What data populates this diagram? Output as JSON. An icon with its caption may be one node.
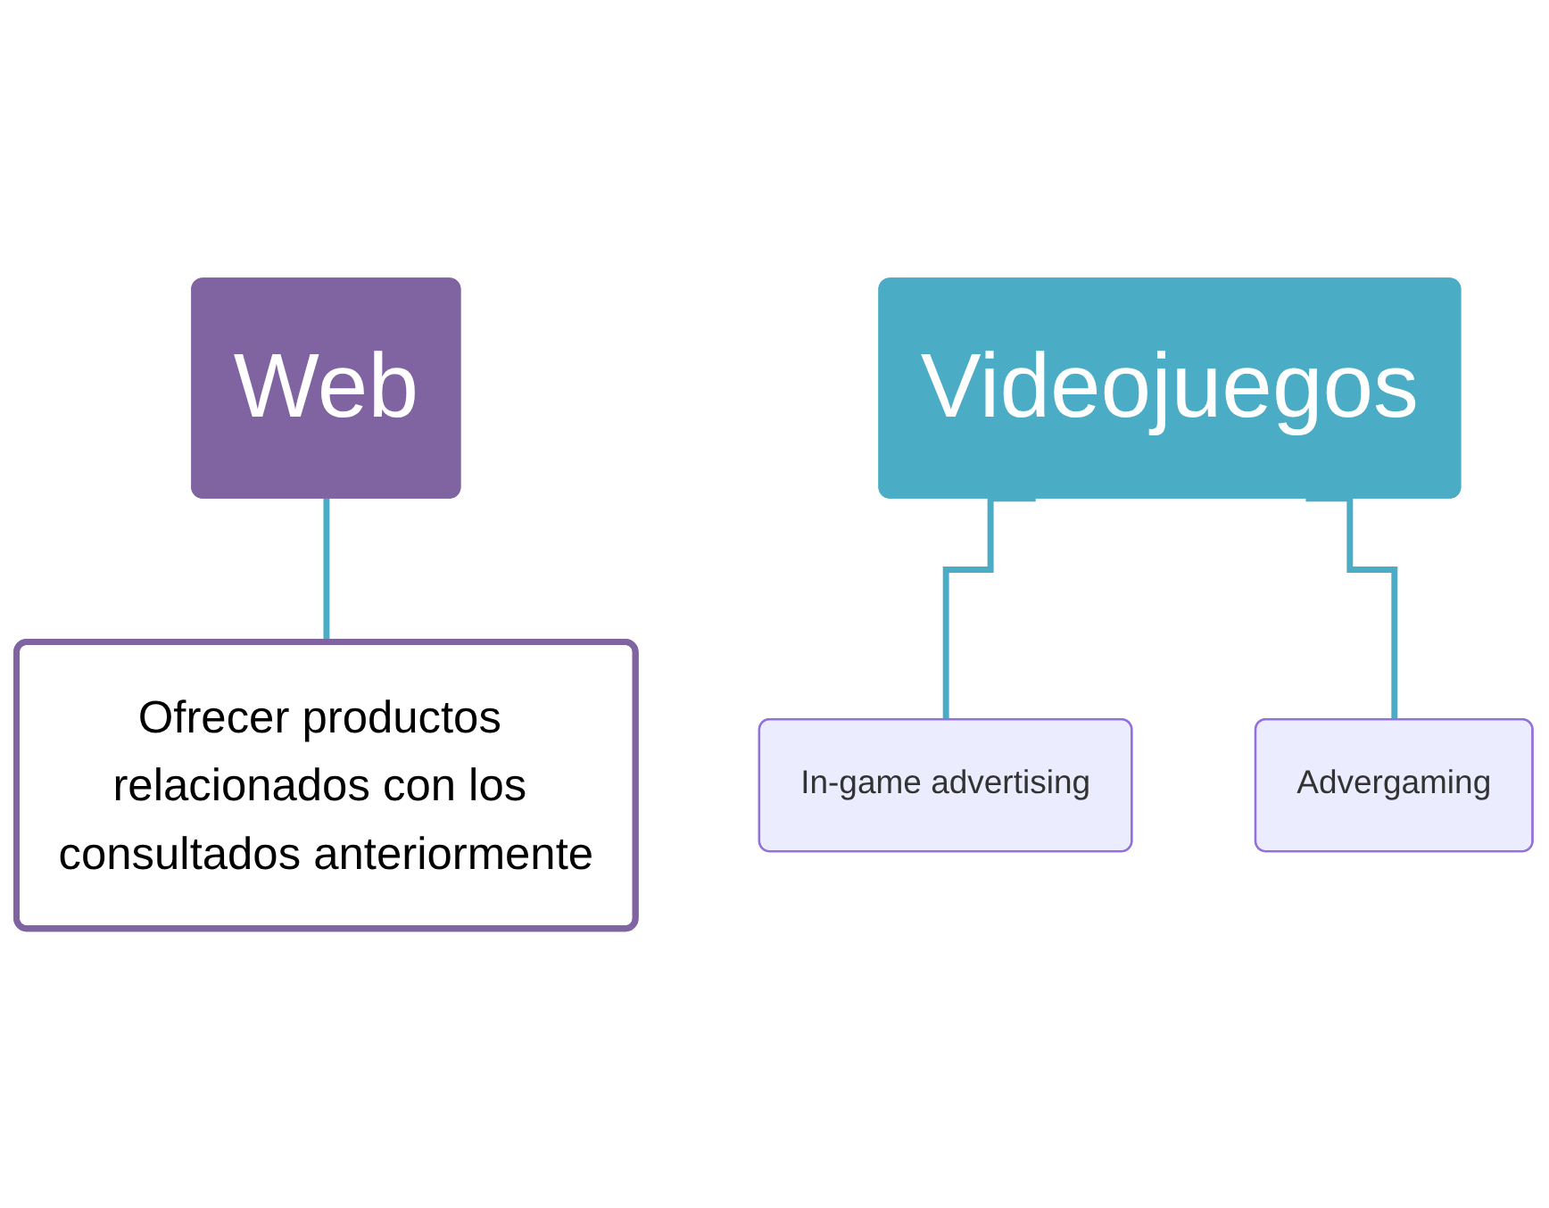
{
  "diagram": {
    "nodes": [
      {
        "text": [
          "Web"
        ]
      },
      {
        "text": [
          "Ofrecer productos relacionados con los consultados anteriormente"
        ]
      },
      {
        "text": [
          "Videojuegos"
        ]
      },
      {
        "text": [
          "In-game advertising"
        ]
      },
      {
        "text": [
          "Advergaming"
        ]
      }
    ],
    "edges": [
      {
        "from": 0,
        "to": 1,
        "arrow": "none"
      },
      {
        "from": 2,
        "to": 3,
        "arrow": "none"
      },
      {
        "from": 2,
        "to": 4,
        "arrow": "none"
      }
    ]
  }
}
